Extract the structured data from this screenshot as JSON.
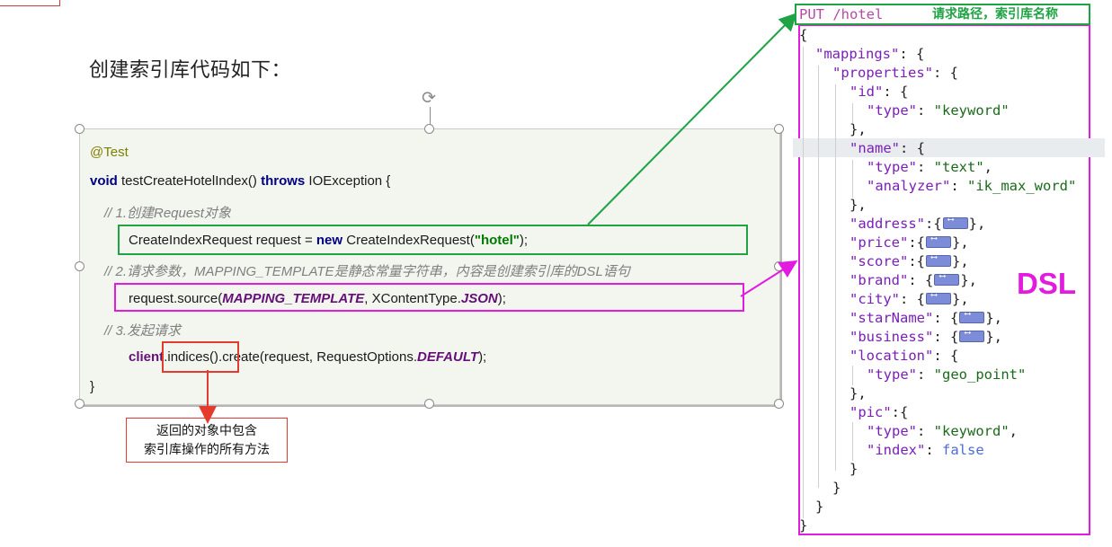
{
  "page": {
    "title": "创建索引库代码如下："
  },
  "code": {
    "line1": "@Test",
    "line2_kw1": "void",
    "line2_mid": " testCreateHotelIndex() ",
    "line2_kw2": "throws",
    "line2_end": " IOException {",
    "comment1": "// 1.创建Request对象",
    "line3_a": "CreateIndexRequest request = ",
    "line3_kw": "new",
    "line3_b": " CreateIndexRequest(",
    "line3_str": "\"hotel\"",
    "line3_c": ");",
    "comment2": "// 2.请求参数，MAPPING_TEMPLATE是静态常量字符串，内容是创建索引库的DSL语句",
    "line4_a": "request.source(",
    "line4_const": "MAPPING_TEMPLATE",
    "line4_b": ", XContentType.",
    "line4_const2": "JSON",
    "line4_c": ");",
    "comment3": "// 3.发起请求",
    "line5_field": "client",
    "line5_a": ".indices().create(request, RequestOptions.",
    "line5_const": "DEFAULT",
    "line5_b": ");",
    "line6": "}"
  },
  "tip": {
    "line1": "返回的对象中包含",
    "line2": "索引库操作的所有方法"
  },
  "dsl": {
    "method": "PUT",
    "path": " /hotel",
    "header_label": "请求路径，索引库名称",
    "big_label": "DSL",
    "lines": {
      "l1": "{",
      "l2": "\"mappings\"",
      "l3": "\"properties\"",
      "l4": "\"id\"",
      "l5_key": "\"type\"",
      "l5_val": "\"keyword\"",
      "l6": "},",
      "l7": "\"name\"",
      "l8_key": "\"type\"",
      "l8_val": "\"text\"",
      "l9_key": "\"analyzer\"",
      "l9_val": "\"ik_max_word\"",
      "l10": "},",
      "address": "\"address\"",
      "price": "\"price\"",
      "score": "\"score\"",
      "brand": "\"brand\"",
      "city": "\"city\"",
      "starName": "\"starName\"",
      "business": "\"business\"",
      "location": "\"location\"",
      "loc_type_key": "\"type\"",
      "loc_type_val": "\"geo_point\"",
      "loc_close": "},",
      "pic": "\"pic\"",
      "pic_type_key": "\"type\"",
      "pic_type_val": "\"keyword\"",
      "pic_index_key": "\"index\"",
      "pic_index_val": "false",
      "close1": "}",
      "close2": "}",
      "close3": "}",
      "close4": "}"
    }
  },
  "colors": {
    "green": "#1fa344",
    "magenta": "#e31be0",
    "red": "#e53b2e"
  }
}
